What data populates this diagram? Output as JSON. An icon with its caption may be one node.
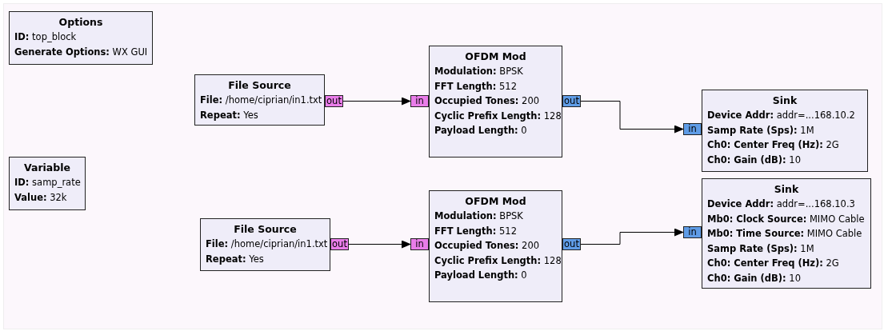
{
  "diagram": {
    "nodes": [
      {
        "text": [
          "Options",
          "**ID:** top_block",
          "**Generate Options:** WX GUI"
        ]
      },
      {
        "text": [
          "Variable",
          "**ID:** samp_rate",
          "**Value:** 32k"
        ]
      },
      {
        "text": [
          "File Source",
          "**File:** /home/ciprian/in1.txt",
          "**Repeat:** Yes"
        ]
      },
      {
        "text": [
          "out"
        ]
      },
      {
        "text": [
          "in"
        ]
      },
      {
        "text": [
          "OFDM Mod",
          "**Modulation:** BPSK",
          "**FFT Length:** 512",
          "**Occupied Tones:** 200",
          "**Cyclic Prefix Length:** 128",
          "**Payload Length:** 0"
        ]
      },
      {
        "text": [
          "out"
        ]
      },
      {
        "text": [
          "in"
        ]
      },
      {
        "text": [
          "Sink",
          "**Device Addr:** addr=...168.10.2",
          "**Samp Rate (Sps):** 1M",
          "**Ch0: Center Freq (Hz):** 2G",
          "**Ch0: Gain (dB):** 10"
        ]
      },
      {
        "text": [
          "File Source",
          "**File:** /home/ciprian/in1.txt",
          "**Repeat:** Yes"
        ]
      },
      {
        "text": [
          "out"
        ]
      },
      {
        "text": [
          "in"
        ]
      },
      {
        "text": [
          "OFDM Mod",
          "**Modulation:** BPSK",
          "**FFT Length:** 512",
          "**Occupied Tones:** 200",
          "**Cyclic Prefix Length:** 128",
          "**Payload Length:** 0"
        ]
      },
      {
        "text": [
          "out"
        ]
      },
      {
        "text": [
          "in"
        ]
      },
      {
        "text": [
          "Sink",
          "**Device Addr:** addr=...168.10.3",
          "**Mb0: Clock Source:** MIMO Cable",
          "**Mb0: Time Source:** MIMO Cable",
          "**Samp Rate (Sps):** 1M",
          "**Ch0: Center Freq (Hz):** 2G",
          "**Ch0: Gain (dB):** 10"
        ]
      }
    ],
    "edges": [
      {
        "from": 3,
        "to": 4,
        "arrow": "to"
      },
      {
        "from": 6,
        "to": 7,
        "arrow": "to"
      },
      {
        "from": 10,
        "to": 11,
        "arrow": "to"
      },
      {
        "from": 13,
        "to": 14,
        "arrow": "to"
      }
    ]
  }
}
